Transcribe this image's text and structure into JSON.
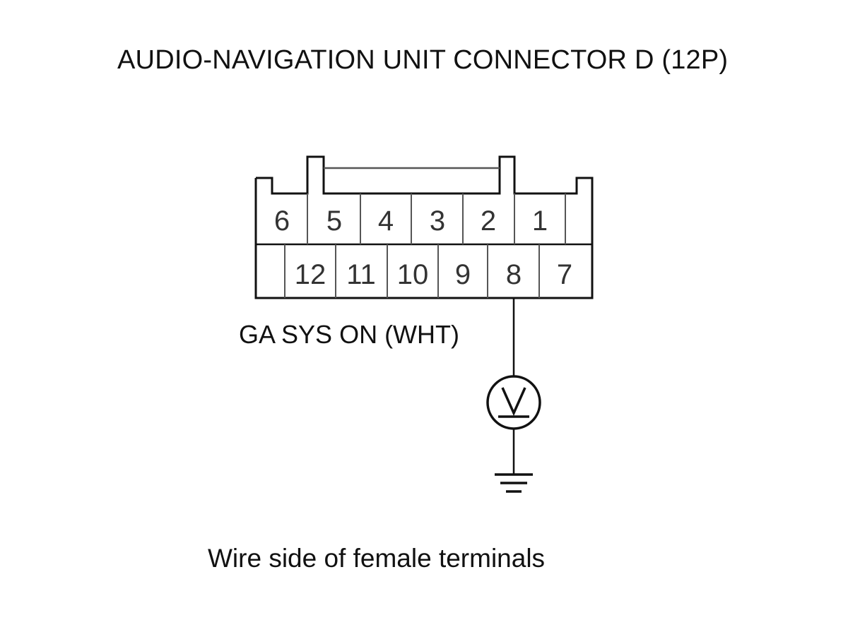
{
  "title": "AUDIO-NAVIGATION UNIT CONNECTOR D (12P)",
  "wire_label": "GA SYS ON (WHT)",
  "caption": "Wire side of female terminals",
  "connector": {
    "top_row": [
      "6",
      "5",
      "4",
      "3",
      "2",
      "1"
    ],
    "bottom_row": [
      "12",
      "11",
      "10",
      "9",
      "8",
      "7"
    ],
    "probed_terminal": "8"
  },
  "meter": {
    "symbol": "V",
    "icon": "voltmeter-icon"
  },
  "ground": {
    "icon": "ground-icon"
  },
  "colors": {
    "line": "#111111",
    "text": "#111111",
    "pin_text": "#333333"
  }
}
